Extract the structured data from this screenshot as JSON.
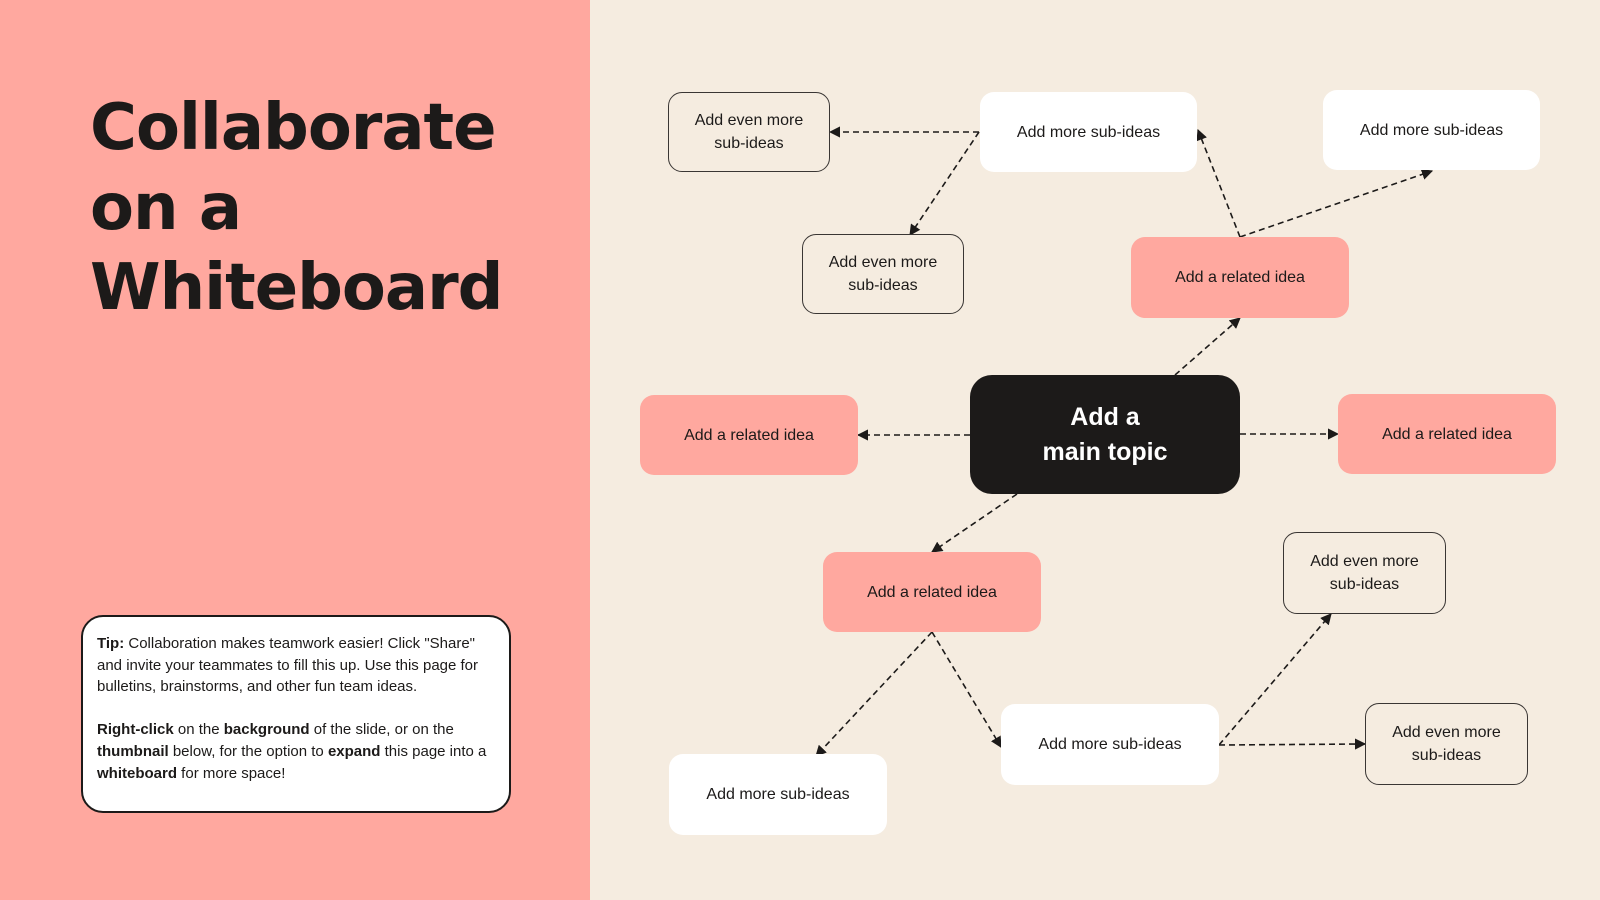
{
  "title": {
    "line1": "Collaborate",
    "line2": "on a",
    "line3": "Whiteboard"
  },
  "tip": {
    "label": "Tip:",
    "text1": " Collaboration makes teamwork easier! Click \"Share\" and invite your teammates to fill this up. Use this page for bulletins, brainstorms, and other fun team ideas.",
    "rc_bold1": "Right-click",
    "rc_t1": " on the ",
    "rc_bold2": "background",
    "rc_t2": " of the slide, or on the ",
    "rc_bold3": "thumbnail",
    "rc_t3": " below, for the option to ",
    "rc_bold4": "expand",
    "rc_t4": " this page into a ",
    "rc_bold5": "whiteboard",
    "rc_t5": " for more space!"
  },
  "nodes": {
    "main_topic": {
      "line1": "Add a",
      "line2": "main topic"
    },
    "related_top": "Add a related idea",
    "related_left": "Add a related idea",
    "related_right": "Add a related idea",
    "related_bottom": "Add a related idea",
    "sub_top_center": "Add more sub-ideas",
    "sub_top_right": "Add more sub-ideas",
    "sub_bottom_center": "Add more sub-ideas",
    "sub_bottom_left": "Add more sub-ideas",
    "even_top_left": {
      "line1": "Add even more",
      "line2": "sub-ideas"
    },
    "even_mid_left": {
      "line1": "Add even more",
      "line2": "sub-ideas"
    },
    "even_bottom_upper": {
      "line1": "Add even more",
      "line2": "sub-ideas"
    },
    "even_bottom_lower": {
      "line1": "Add even more",
      "line2": "sub-ideas"
    }
  },
  "colors": {
    "left_panel": "#ffa89f",
    "canvas": "#f5ece0",
    "main_topic": "#1c1a19",
    "related_idea": "#ffa89f",
    "sub_idea": "#ffffff",
    "text_dark": "#1c1a19"
  }
}
